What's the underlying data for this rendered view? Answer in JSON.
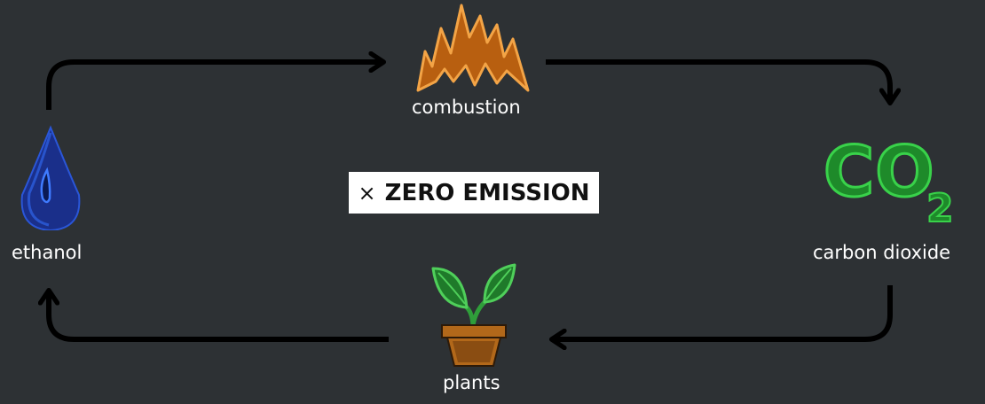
{
  "nodes": {
    "combustion": {
      "label": "combustion",
      "icon": "fire-icon"
    },
    "carbon_dioxide": {
      "label": "carbon dioxide",
      "icon": "co2-icon",
      "formula_main": "CO",
      "formula_sub": "2"
    },
    "plants": {
      "label": "plants",
      "icon": "potted-plant-icon"
    },
    "ethanol": {
      "label": "ethanol",
      "icon": "drop-icon"
    }
  },
  "badge": {
    "mark": "×",
    "text": "ZERO EMISSION"
  },
  "colors": {
    "background": "#2d3134",
    "arrow": "#000000",
    "fire_fill": "#b85f10",
    "fire_stroke": "#f0a040",
    "co2": "#2bbf3a",
    "plant_leaf": "#2f9e3a",
    "pot": "#b2681a",
    "drop": "#1f3fa0"
  }
}
